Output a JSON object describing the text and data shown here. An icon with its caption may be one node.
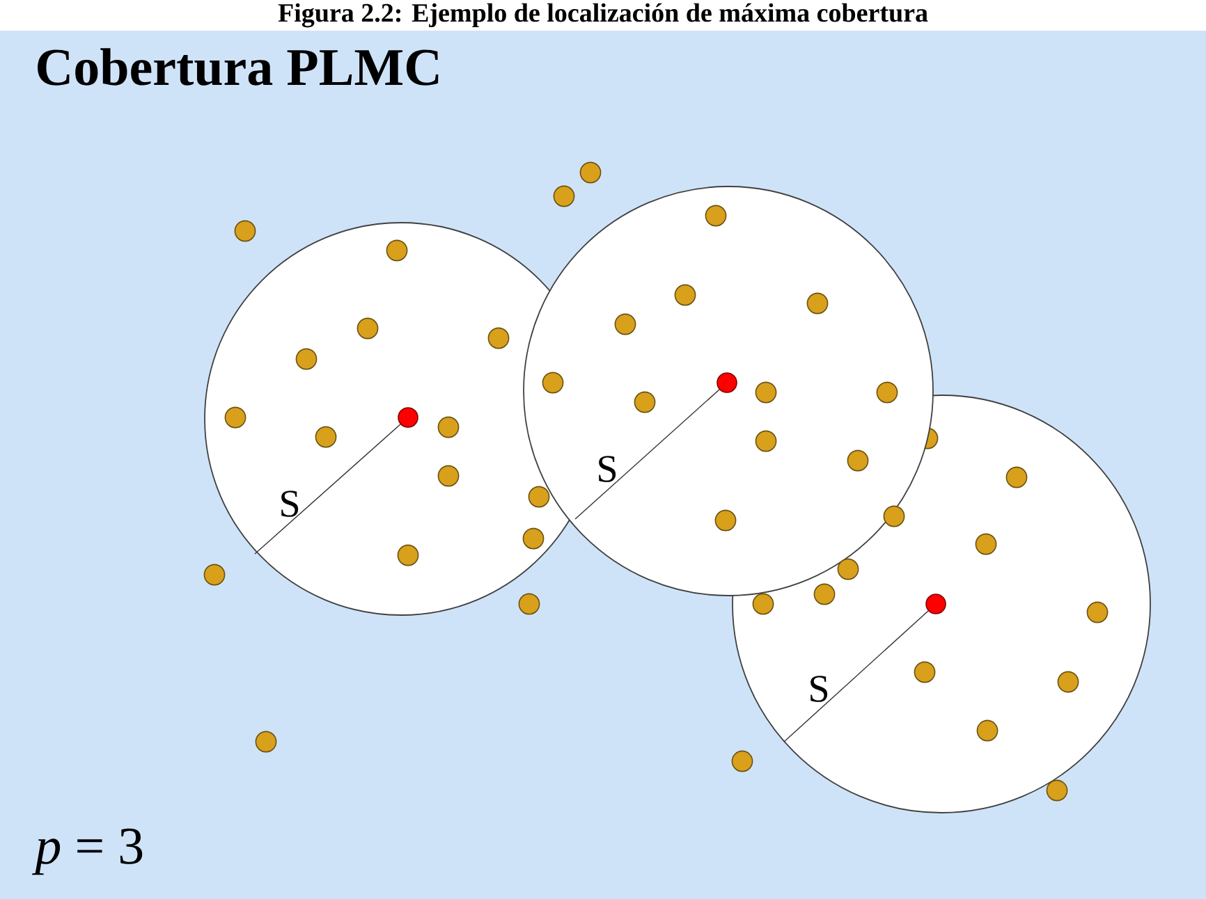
{
  "diagram": {
    "title": "Figura 2.2: Ejemplo de localización de máxima cobertura",
    "nodes": [
      {
        "text": [
          "S"
        ]
      },
      {
        "text": [
          "S"
        ]
      },
      {
        "text": [
          "S"
        ]
      }
    ],
    "labels": [
      "Cobertura PLMC",
      "*p* = 3"
    ]
  }
}
